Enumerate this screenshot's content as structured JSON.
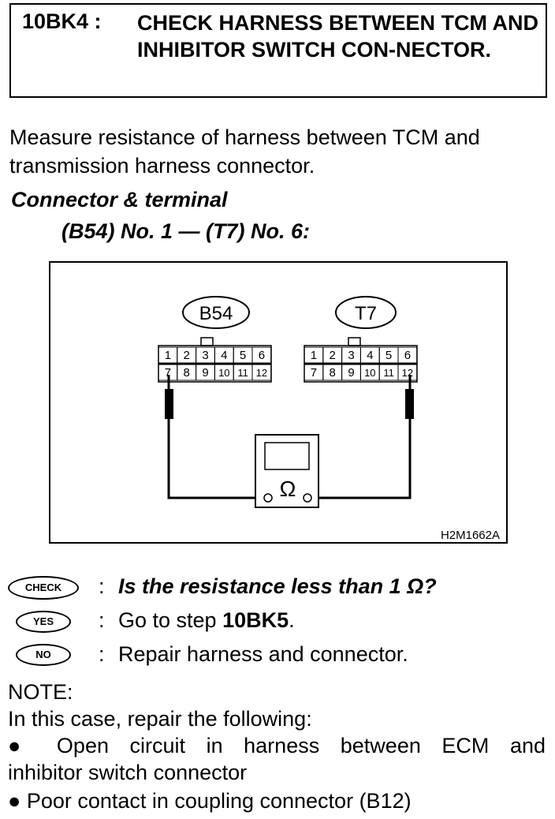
{
  "header": {
    "step_id": "10BK4 :",
    "title": "CHECK HARNESS BETWEEN TCM AND INHIBITOR SWITCH CON-NECTOR."
  },
  "intro": "Measure resistance of harness between TCM and transmission harness connector.",
  "connector": {
    "label": "Connector & terminal",
    "value": "(B54) No. 1 — (T7) No. 6:"
  },
  "figure": {
    "left_connector": "B54",
    "right_connector": "T7",
    "left_pins_top": [
      "1",
      "2",
      "3",
      "4",
      "5",
      "6"
    ],
    "left_pins_bottom": [
      "7",
      "8",
      "9",
      "10",
      "11",
      "12"
    ],
    "right_pins_top": [
      "1",
      "2",
      "3",
      "4",
      "5",
      "6"
    ],
    "right_pins_bottom": [
      "7",
      "8",
      "9",
      "10",
      "11",
      "12"
    ],
    "meter_symbol": "Ω",
    "figure_code": "H2M1662A"
  },
  "check": {
    "check_badge": "CHECK",
    "question": "Is the resistance less than 1 Ω?",
    "yes_badge": "YES",
    "yes_prefix": "Go to step ",
    "yes_step": "10BK5",
    "yes_suffix": ".",
    "no_badge": "NO",
    "no_text": "Repair harness and connector."
  },
  "note": {
    "heading": "NOTE:",
    "intro": "In this case, repair the following:",
    "items": [
      "Open circuit in harness between ECM and",
      "inhibitor switch connector",
      "Poor contact in coupling connector (B12)"
    ]
  }
}
